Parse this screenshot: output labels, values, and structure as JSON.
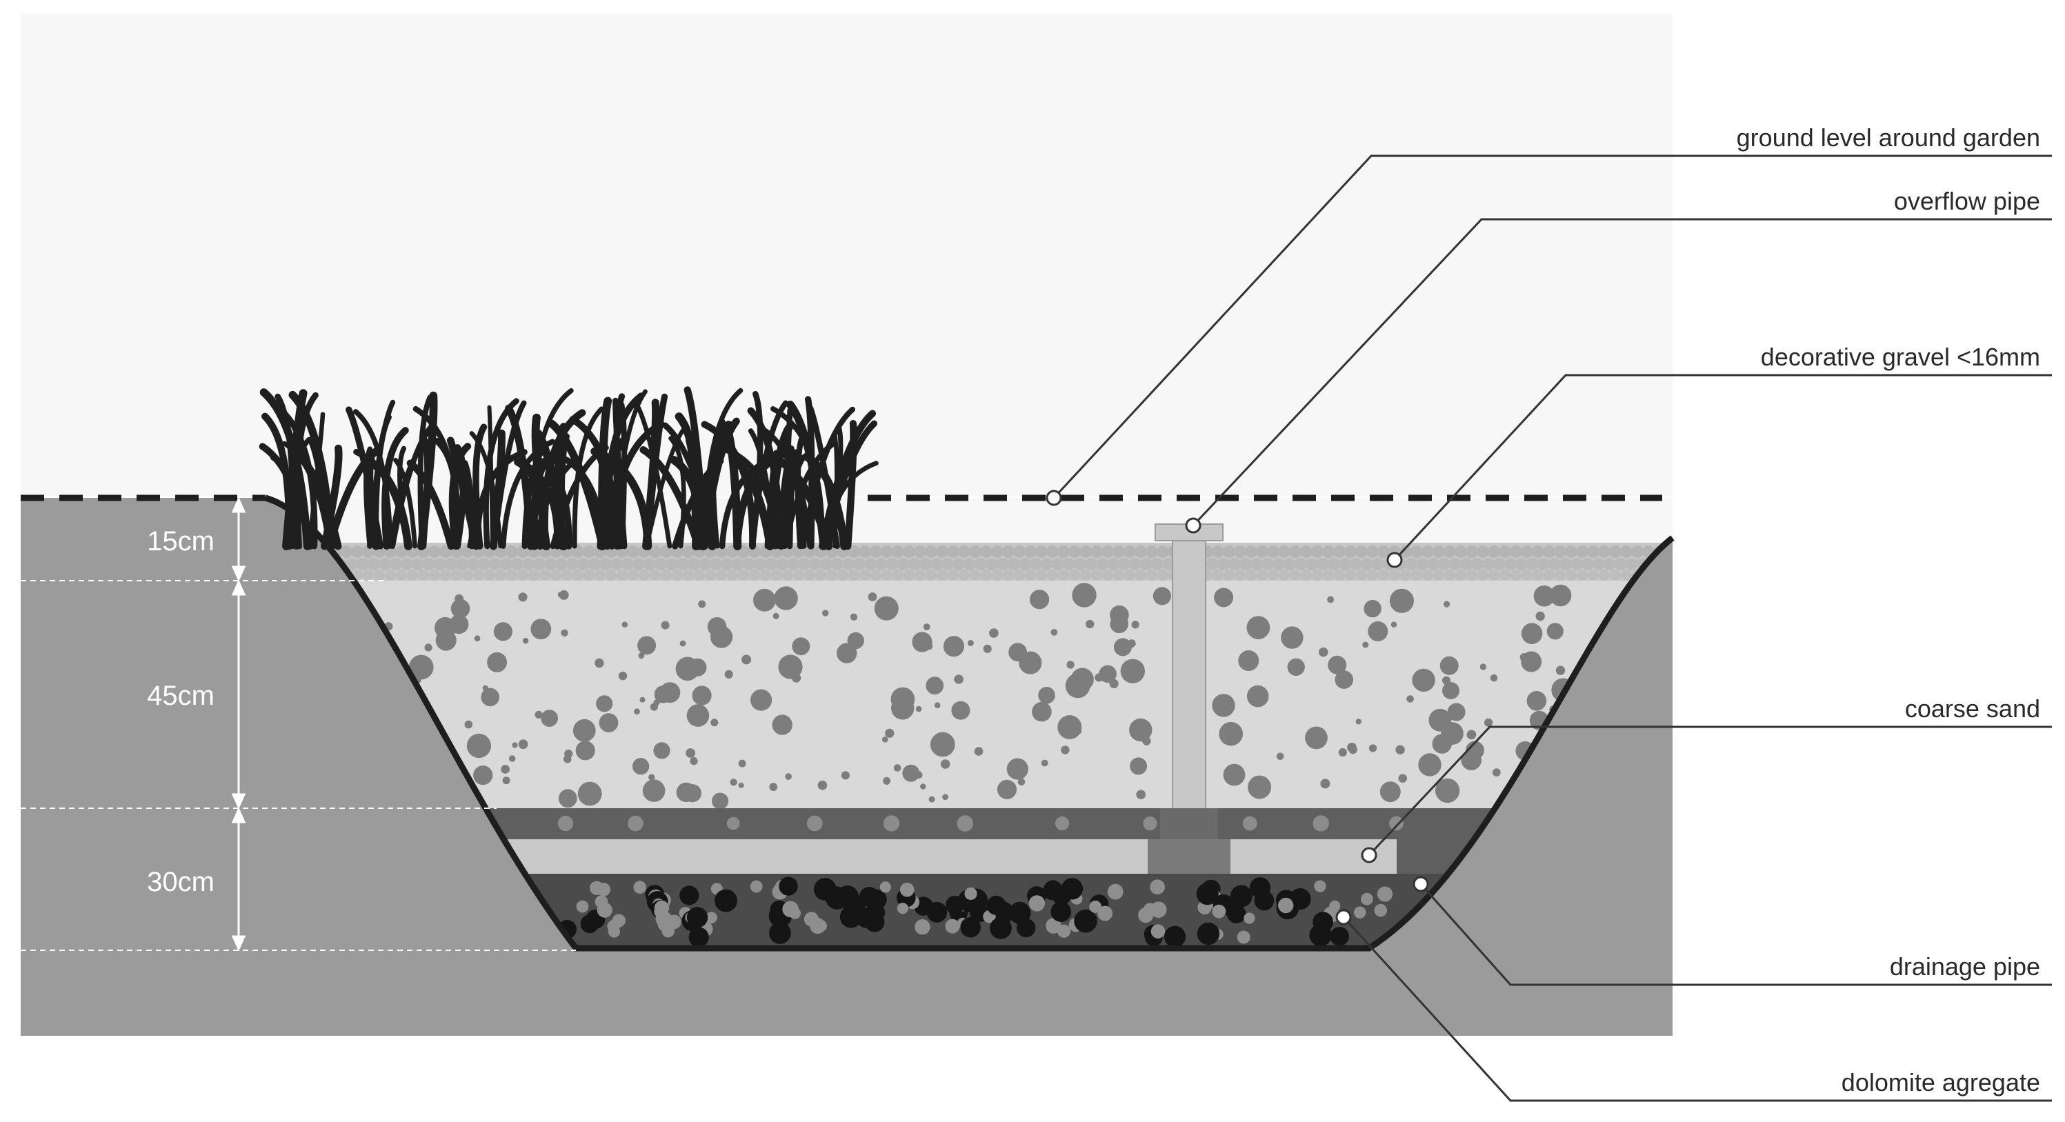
{
  "labels": {
    "ground_level": "ground level around garden",
    "overflow_pipe": "overflow pipe",
    "decorative_gravel": "decorative gravel <16mm",
    "coarse_sand": "coarse sand",
    "drainage_pipe": "drainage pipe",
    "dolomite": "dolomite agregate"
  },
  "dimensions": {
    "d1": "15cm",
    "d2": "45cm",
    "d3": "30cm"
  },
  "colors": {
    "sky": "#f7f7f7",
    "ground": "#9b9b9b",
    "sand_layer": "#d9d9d9",
    "gravel_top": "#c6c6c6",
    "dolomite": "#4b4b4b",
    "drain_band": "#5f5f5f",
    "pipe_light": "#c9c9c9",
    "outline": "#1e1e1e",
    "plant": "#1f1f1f",
    "leader": "#333333"
  }
}
